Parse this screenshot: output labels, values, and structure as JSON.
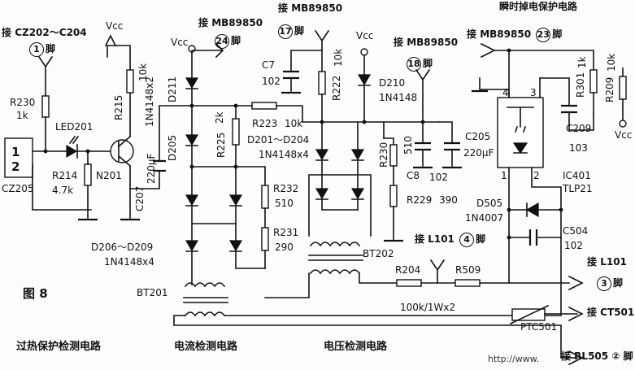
{
  "figure_title": "图 8",
  "captions": {
    "overheat": "过热保护检测电路",
    "current": "电流检测电路",
    "voltage": "电压检测电路",
    "instant_off": "瞬时掉电保护电路"
  },
  "pins": {
    "cz202_prefix": "接",
    "cz202_text": "CZ202～C204",
    "cz202_num": "1",
    "cz202_suffix": "脚",
    "p24_prefix": "接",
    "p24_chip": "MB89850",
    "p24_num": "24",
    "p24_suffix": "脚",
    "p17_prefix": "接",
    "p17_chip": "MB89850",
    "p17_num": "17",
    "p17_suffix": "脚",
    "p18_prefix": "接",
    "p18_chip": "MB89850",
    "p18_num": "18",
    "p18_suffix": "脚",
    "p23_prefix": "接",
    "p23_chip": "MB89850",
    "p23_num": "23",
    "p23_suffix": "脚",
    "l101_4_prefix": "接",
    "l101_4_chip": "L101",
    "l101_4_num": "4",
    "l101_4_suffix": "脚",
    "l101_3_prefix": "接",
    "l101_3_chip": "L101",
    "l101_3_num": "3",
    "l101_3_suffix": "脚",
    "ct501": "接 CT501",
    "rl505": "接 RL505 ② 脚"
  },
  "labels": {
    "vcc": "Vcc",
    "r230a": "R230",
    "r230a_val": "1k",
    "led201": "LED201",
    "cz205": "CZ205",
    "cz205_pin1": "1",
    "cz205_pin2": "2",
    "r214": "R214",
    "r214_val": "4.7k",
    "n201": "N201",
    "r215": "R215",
    "r215_val": "10k",
    "c207_name": "1N4148x2",
    "c207": "C207",
    "c207_val": "220μF",
    "d211": "D211",
    "d205": "D205",
    "r225": "R225",
    "r225_val": "2k",
    "r223": "R223",
    "r223_val": "10k",
    "d201_204": "D201～D204",
    "d201_204_val": "1N4148x4",
    "r232": "R232",
    "r232_val": "510",
    "r231": "R231",
    "r231_val": "290",
    "d206_209": "D206～D209",
    "d206_209_val": "1N4148x4",
    "c7": "C7",
    "c7_val": "102",
    "r222": "R222",
    "r222_val": "10k",
    "d210": "D210",
    "d210_val": "1N4148",
    "r230b": "R230",
    "r230b_val": "510",
    "c8": "C8",
    "c8_val": "102",
    "r229": "R229",
    "r229_val": "390",
    "c205": "C205",
    "c205_val": "220μF",
    "bt202": "BT202",
    "bt201": "BT201",
    "r204": "R204",
    "r509": "R509",
    "r_power": "100k/1Wx2",
    "r301": "R301",
    "r301_val": "1k",
    "r209": "R209",
    "r209_val": "10k",
    "c209": "C209",
    "c209_val": "103",
    "ic401": "IC401",
    "ic401_val": "TLP21",
    "ic_pin4": "4",
    "ic_pin3": "3",
    "ic_pin1": "1",
    "ic_pin2": "2",
    "d505": "D505",
    "d505_val": "1N4007",
    "c504": "C504",
    "c504_val": "102",
    "ptc501": "PTC501",
    "watermark": "http://www.          "
  }
}
